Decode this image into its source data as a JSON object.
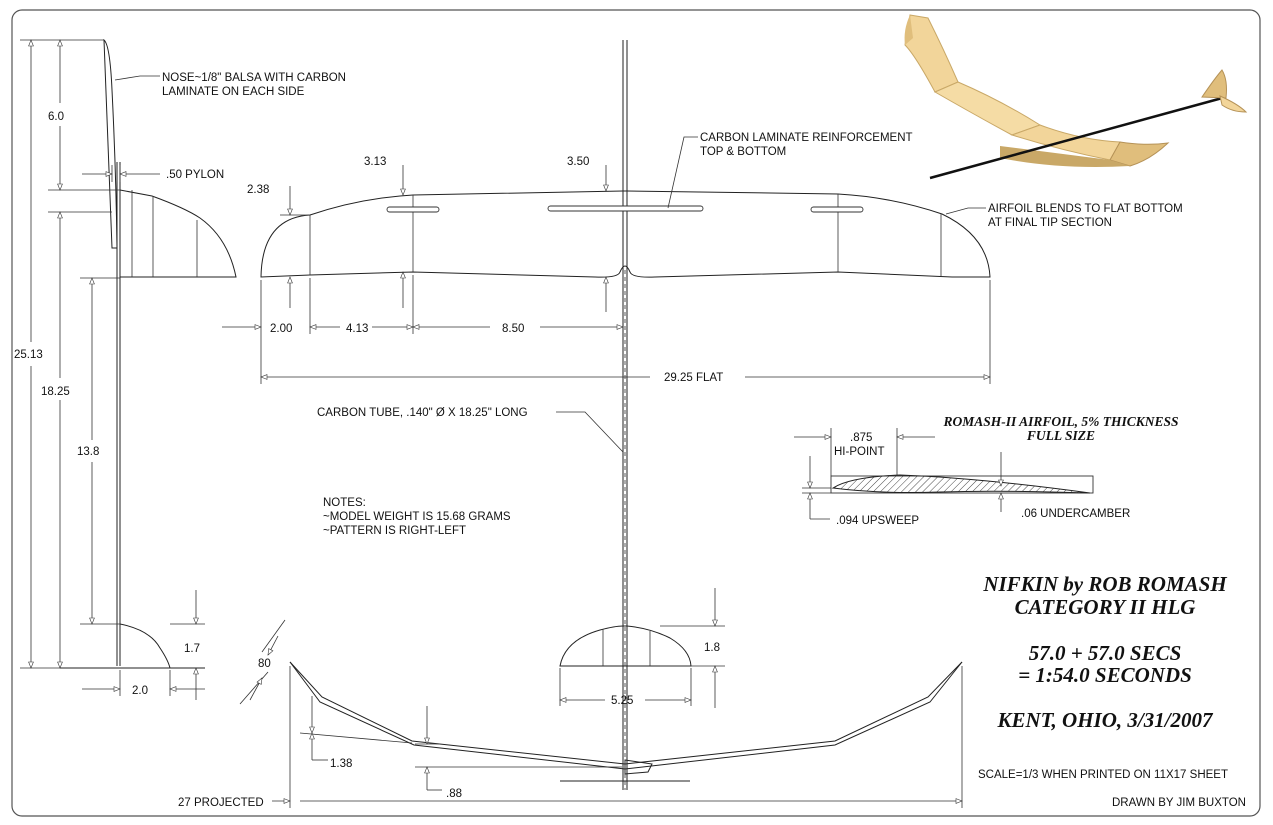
{
  "title_block": {
    "line1": "NIFKIN by ROB ROMASH",
    "line2": "CATEGORY II HLG",
    "line3": "57.0 + 57.0 SECS",
    "line4": "= 1:54.0 SECONDS",
    "line5": "KENT, OHIO, 3/31/2007",
    "scale": "SCALE=1/3 WHEN PRINTED ON 11X17 SHEET",
    "drawn_by": "DRAWN BY JIM BUXTON"
  },
  "notes": {
    "heading": "NOTES:",
    "line1": "~MODEL WEIGHT IS 15.68 GRAMS",
    "line2": "~PATTERN IS RIGHT-LEFT"
  },
  "callouts": {
    "nose_1": "NOSE~1/8\" BALSA WITH CARBON",
    "nose_2": "LAMINATE ON EACH SIDE",
    "carbon_lam_1": "CARBON LAMINATE REINFORCEMENT",
    "carbon_lam_2": "TOP & BOTTOM",
    "airfoil_blend_1": "AIRFOIL BLENDS TO FLAT BOTTOM",
    "airfoil_blend_2": "AT FINAL TIP SECTION",
    "carbon_tube": "CARBON TUBE, .140\"   Ø  X 18.25\" LONG",
    "pylon": ".50  PYLON"
  },
  "airfoil": {
    "title_1": "ROMASH-II AIRFOIL, 5% THICKNESS",
    "title_2": "FULL SIZE",
    "hi_point_value": ".875",
    "hi_point_label": "HI-POINT",
    "upsweep": ".094  UPSWEEP",
    "undercamber": ".06  UNDERCAMBER"
  },
  "dimensions": {
    "fuselage_total": "25.13",
    "nose_length": "6.0",
    "wing_to_tail": "18.25",
    "boom_length": "13.8",
    "stab_height": "1.7",
    "stab_chord": "2.0",
    "root_chord_a": "3.13",
    "root_chord_b": "3.50",
    "tip_chord": "2.38",
    "panel_tip": "2.00",
    "panel_mid": "4.13",
    "panel_center": "8.50",
    "span_flat": "29.25  FLAT",
    "fin_height": "1.8",
    "fin_span": "5.25",
    "dihedral_angle": "80",
    "dihedral_rise": "1.38",
    "center_rise": ".88",
    "span_projected": "27 PROJECTED"
  },
  "colors": {
    "line": "#222222",
    "border": "#555555",
    "model_wing": "#f2d59a",
    "model_wing_shade": "#c9a867",
    "model_boom": "#111111"
  }
}
